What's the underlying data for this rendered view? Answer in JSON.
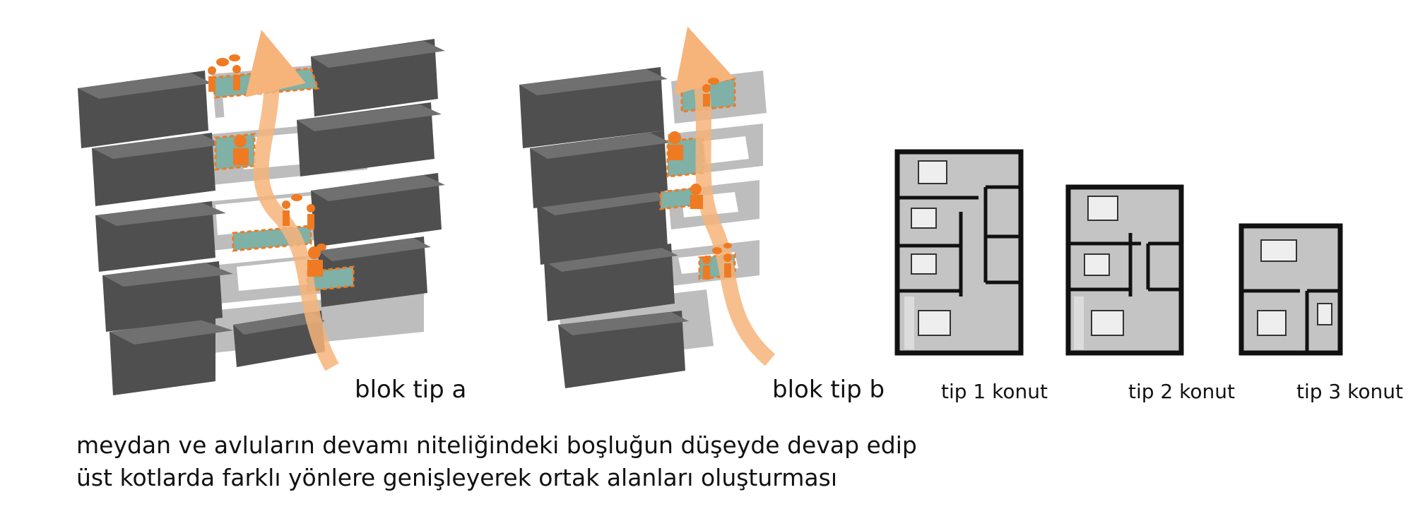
{
  "labels": {
    "blok_a": "blok tip a",
    "blok_b": "blok tip b",
    "tip1": "tip 1 konut",
    "tip2": "tip 2 konut",
    "tip3": "tip 3 konut"
  },
  "caption": {
    "line1": "meydan ve avluların devamı niteliğindeki boşluğun düşeyde devap edip",
    "line2": "üst kotlarda farklı yönlere genişleyerek ortak alanları oluşturması"
  },
  "colors": {
    "block_top": "#6b6b6b",
    "block_side": "#4f4f4f",
    "slab": "#b9b9b9",
    "void": "#ffffff",
    "arrow": "#f6b47a",
    "people": "#f07a22",
    "common_area": "#7fb1a6",
    "plan_floor": "#c4c4c4",
    "plan_wall": "#111111"
  },
  "icons": {
    "arrow": "vertical-flow-arrow-icon",
    "people": "people-group-icon",
    "speech": "speech-bubble-icon"
  }
}
